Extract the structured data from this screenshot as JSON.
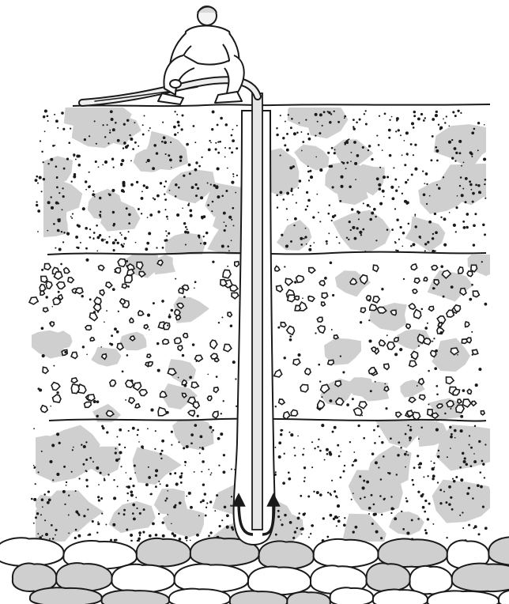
{
  "figure": {
    "colors": {
      "ink": "#1a1a1a",
      "shade": "#cfcfcf",
      "paper": "#ffffff",
      "pipe": "#e6e6e6"
    },
    "layers": [
      {
        "name": "topsoil",
        "texture": "fine-speckle-with-grey-blotches"
      },
      {
        "name": "gravel",
        "texture": "pebbles-with-grey-blotches"
      },
      {
        "name": "sand",
        "texture": "fine-speckle-with-grey-blotches"
      },
      {
        "name": "bedrock",
        "texture": "boulders"
      }
    ],
    "icons": [
      "worker-figure",
      "hose",
      "jetting-pipe",
      "borehole",
      "flow-arrows"
    ]
  }
}
